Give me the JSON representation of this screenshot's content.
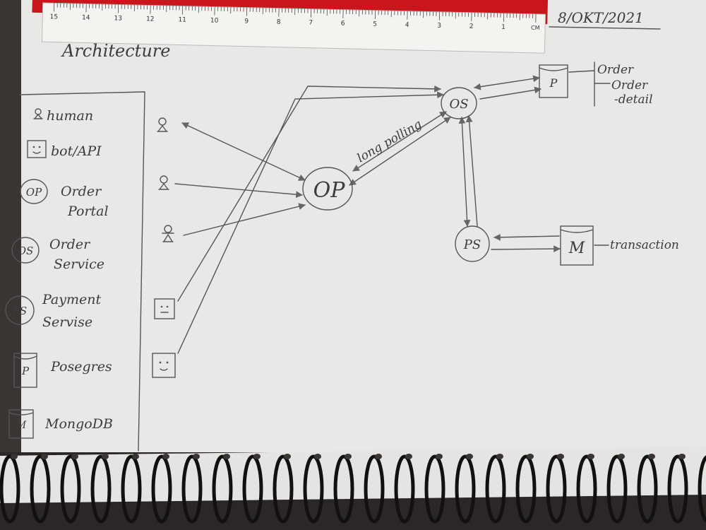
{
  "title": "Architecture",
  "date": "8/OKT/2021",
  "ruler": {
    "numbers": [
      "15",
      "14",
      "13",
      "12",
      "11",
      "10",
      "9",
      "8",
      "7",
      "6",
      "5",
      "4",
      "3",
      "2",
      "1"
    ],
    "unit": "CM"
  },
  "legend": [
    {
      "icon": "person-icon",
      "label": "human"
    },
    {
      "icon": "robot-face-icon",
      "label": "bot/API"
    },
    {
      "icon": "circle-node-icon",
      "code": "OP",
      "label": "Order Portal"
    },
    {
      "icon": "circle-node-icon",
      "code": "OS",
      "label": "Order Service"
    },
    {
      "icon": "circle-node-icon",
      "code": "PS",
      "label": "Payment Servise"
    },
    {
      "icon": "database-icon",
      "code": "P",
      "label": "Posegres"
    },
    {
      "icon": "database-icon",
      "code": "M",
      "label": "MongoDB"
    }
  ],
  "nodes": {
    "op": "OP",
    "os": "OS",
    "ps": "PS",
    "postgres": "P",
    "mongo": "M"
  },
  "edge_labels": {
    "long_polling": "long polling"
  },
  "postgres_tables": [
    "Order",
    "Order",
    "-detail"
  ],
  "mongo_collections": [
    "transaction"
  ]
}
